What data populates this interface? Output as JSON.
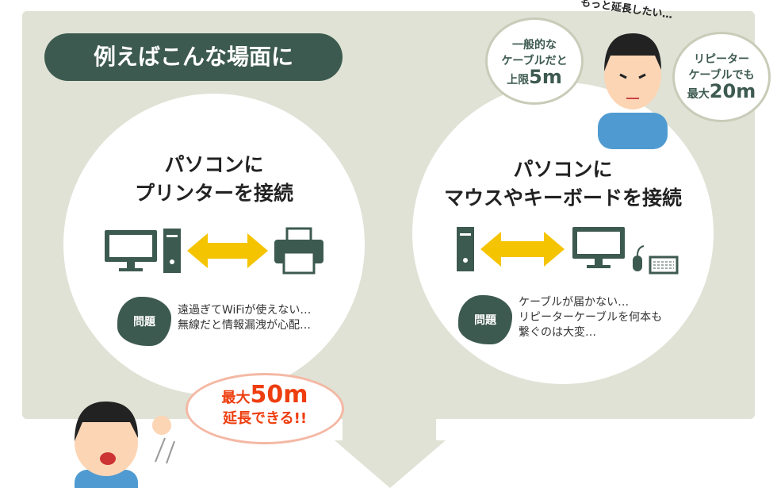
{
  "header": {
    "tag": "例えばこんな場面に"
  },
  "left": {
    "title_line1": "パソコンに",
    "title_line2": "プリンターを接続",
    "problem_label": "問題",
    "problem_text": "遠過ぎてWiFiが使えない…\n無線だと情報漏洩が心配…"
  },
  "right": {
    "title_line1": "パソコンに",
    "title_line2": "マウスやキーボードを接続",
    "problem_label": "問題",
    "problem_text": "ケーブルが届かない…\nリピーターケーブルを何本も\n繋ぐのは大変…"
  },
  "bubbles": {
    "normal": {
      "line1": "一般的な",
      "line2": "ケーブルだと",
      "prefix": "上限",
      "value": "5m"
    },
    "repeater": {
      "line1": "リピーター",
      "line2": "ケーブルでも",
      "prefix": "最大",
      "value": "20m"
    },
    "thought": "もっと延長したい…",
    "result": {
      "prefix": "最大",
      "value": "50m",
      "line2": "延長できる!!"
    }
  },
  "colors": {
    "panel": "#dfe2d5",
    "accent": "#3d5a50",
    "arrow": "#f5c400",
    "highlight": "#ee3d0e"
  }
}
